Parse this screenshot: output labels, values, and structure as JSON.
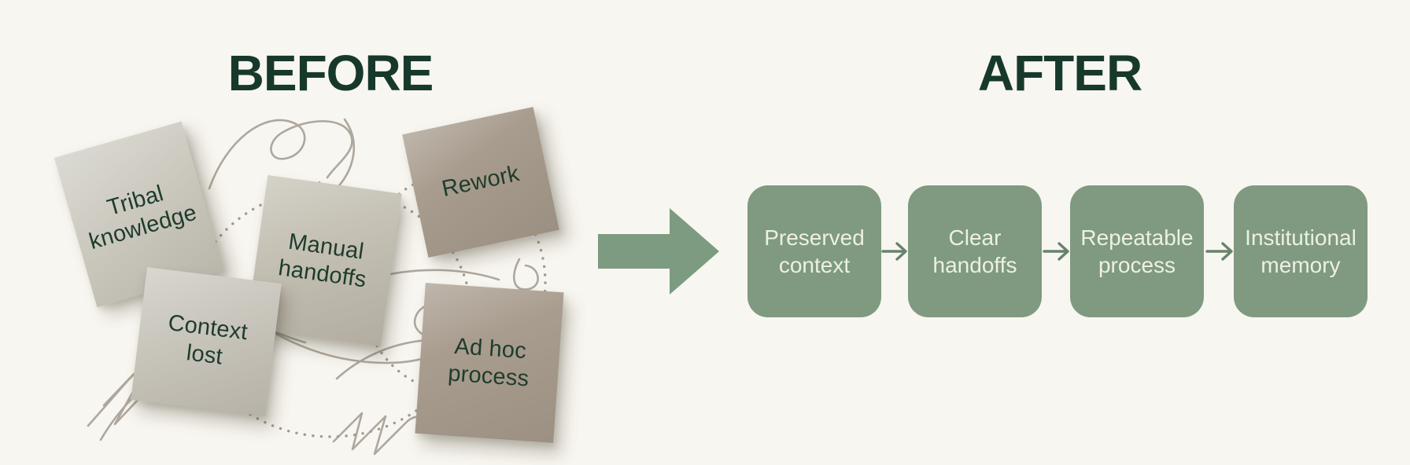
{
  "page": {
    "background_color": "#f8f6f0",
    "description": "Before/after comparison diagram: messy sticky notes vs clean process flow"
  },
  "headings": {
    "before": "BEFORE",
    "after": "AFTER",
    "color": "#17392b"
  },
  "before_section": {
    "note_text_color": "#1e3c2c",
    "notes": [
      {
        "label": "Tribal\nknowledge",
        "color": "#cfcdc3"
      },
      {
        "label": "Manual\nhandoffs",
        "color": "#c6c2b6"
      },
      {
        "label": "Rework",
        "color": "#a89c8e"
      },
      {
        "label": "Context\nlost",
        "color": "#cbc8bf"
      },
      {
        "label": "Ad hoc\nprocess",
        "color": "#a99d8f"
      }
    ],
    "doodles": "pencil scribbles and dotted arcs behind notes"
  },
  "transition_arrow": {
    "icon": "arrow-right-icon",
    "color": "#7d9b80"
  },
  "after_section": {
    "box_color": "#7f9a80",
    "text_color": "#edf0e4",
    "connector_icon": "arrow-right-icon",
    "connector_color": "#69826c",
    "steps": [
      {
        "label": "Preserved\ncontext"
      },
      {
        "label": "Clear\nhandoffs"
      },
      {
        "label": "Repeatable\nprocess"
      },
      {
        "label": "Institutional\nmemory"
      }
    ]
  }
}
